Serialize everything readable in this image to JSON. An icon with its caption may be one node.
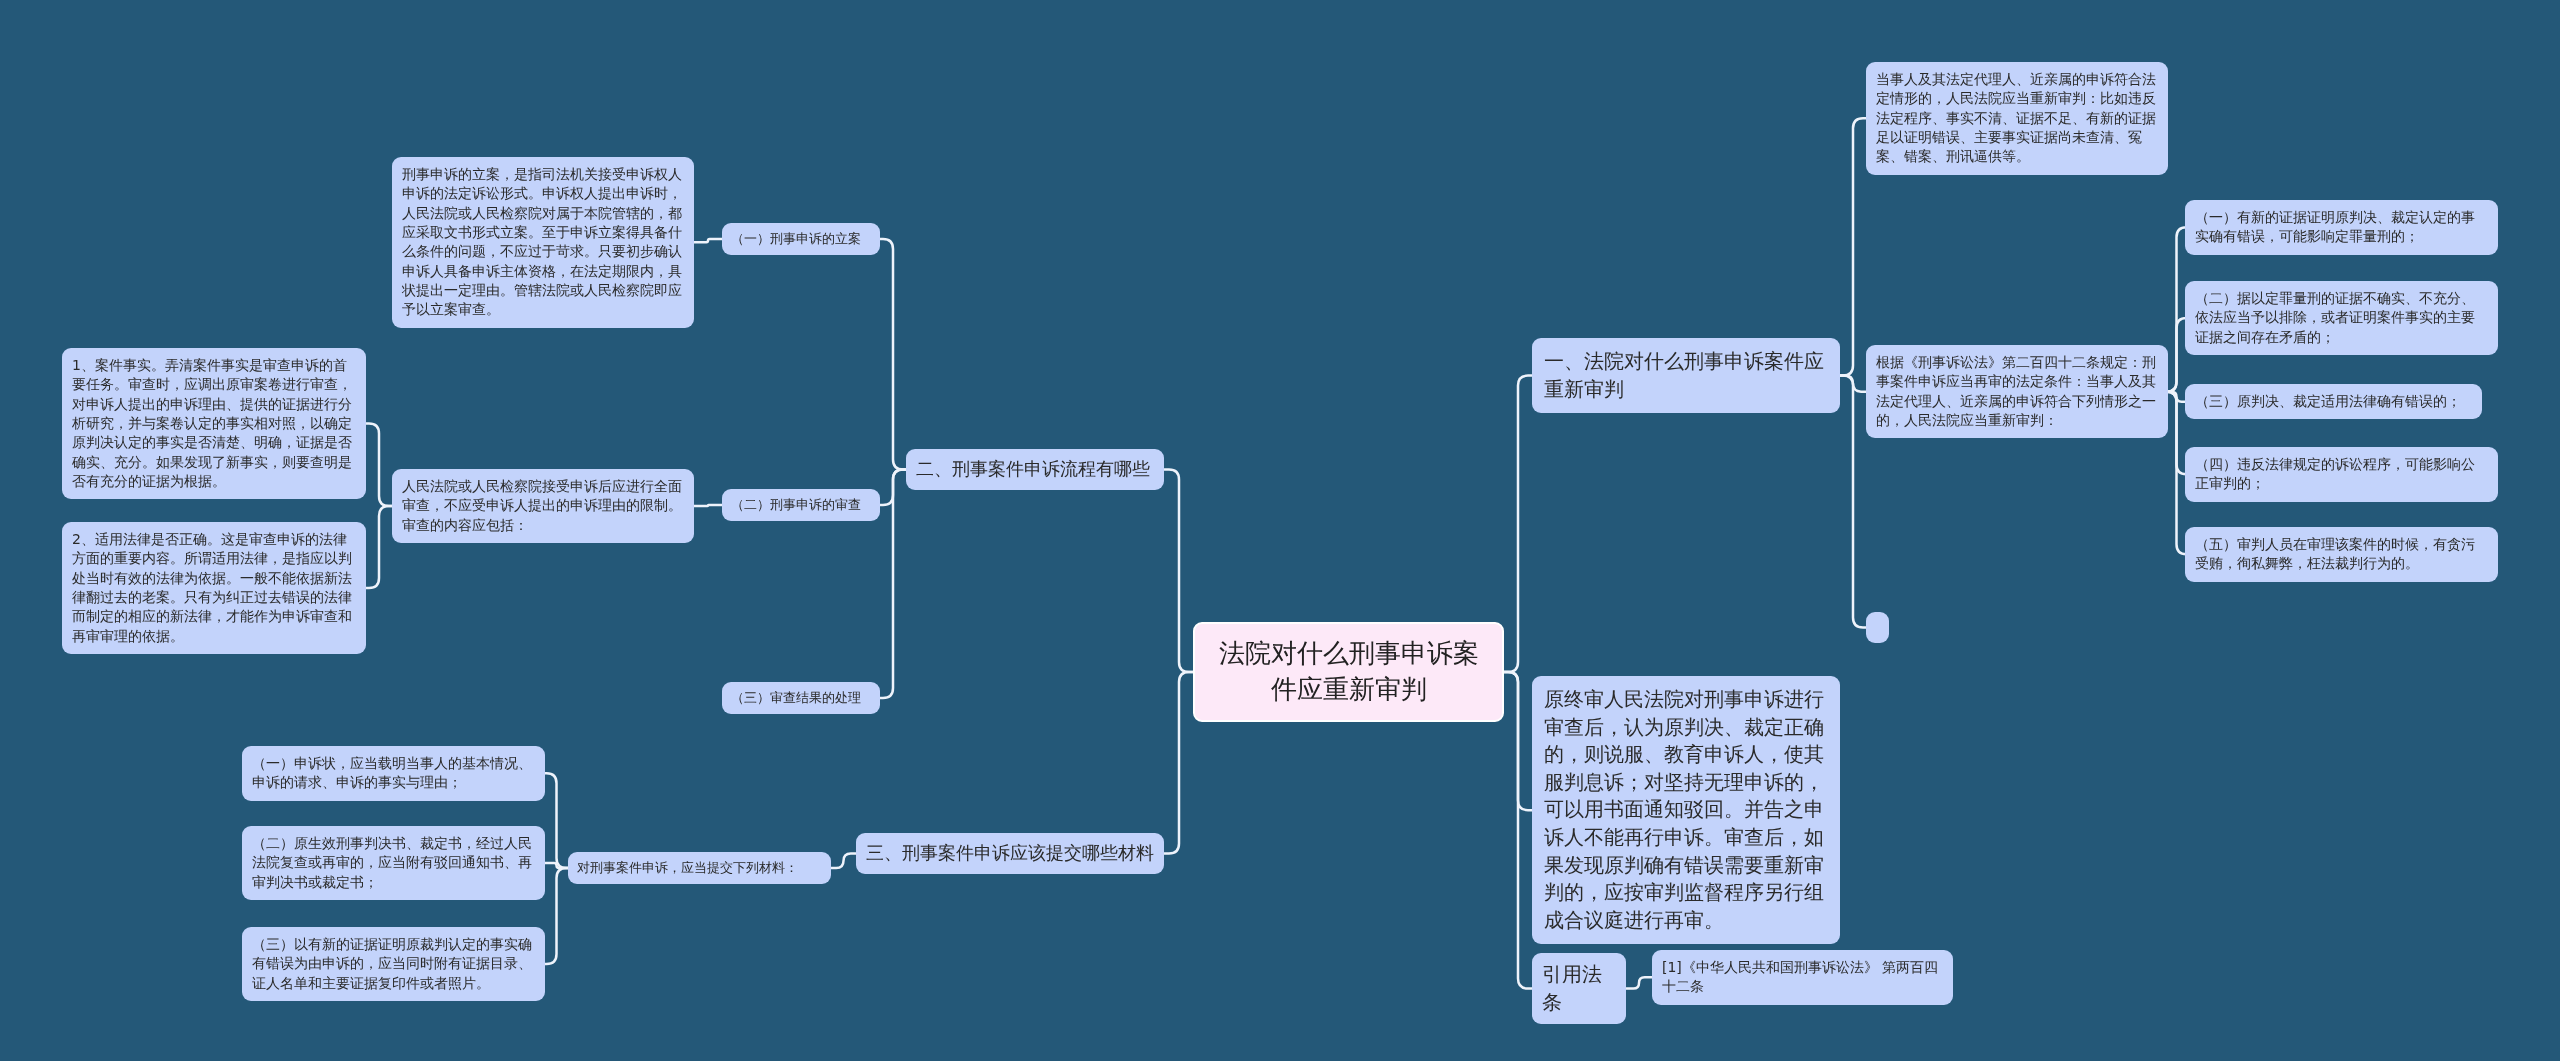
{
  "diagram": {
    "nodes": [
      {
        "text": [
          "法院对什么刑事申诉案件应重新审判"
        ]
      },
      {
        "text": [
          "一、法院对什么刑事申诉案件应重新审判"
        ]
      },
      {
        "text": [
          "当事人及其法定代理人、近亲属的申诉符合法定情形的，人民法院应当重新审判：比如违反法定程序、事实不清、证据不足、有新的证据足以证明错误、主要事实证据尚未查清、冤案、错案、刑讯逼供等。"
        ]
      },
      {
        "text": [
          "根据《刑事诉讼法》第二百四十二条规定：刑事案件申诉应当再审的法定条件：当事人及其法定代理人、近亲属的申诉符合下列情形之一的，人民法院应当重新审判："
        ]
      },
      {
        "text": [
          "（一）有新的证据证明原判决、裁定认定的事实确有错误，可能影响定罪量刑的；"
        ]
      },
      {
        "text": [
          "（二）据以定罪量刑的证据不确实、不充分、依法应当予以排除，或者证明案件事实的主要证据之间存在矛盾的；"
        ]
      },
      {
        "text": [
          "（三）原判决、裁定适用法律确有错误的；"
        ]
      },
      {
        "text": [
          "（四）违反法律规定的诉讼程序，可能影响公正审判的；"
        ]
      },
      {
        "text": [
          "（五）审判人员在审理该案件的时候，有贪污受贿，徇私舞弊，枉法裁判行为的。"
        ]
      },
      {
        "text": [],
        "shape": "box"
      },
      {
        "text": [
          "原终审人民法院对刑事申诉进行审查后，认为原判决、裁定正确的，则说服、教育申诉人，使其服判息诉；对坚持无理申诉的，可以用书面通知驳回。并告之申诉人不能再行申诉。审查后，如果发现原判确有错误需要重新审判的，应按审判监督程序另行组成合议庭进行再审。"
        ]
      },
      {
        "text": [
          "引用法条"
        ]
      },
      {
        "text": [
          "[1]《中华人民共和国刑事诉讼法》 第两百四十二条"
        ]
      },
      {
        "text": [
          "二、刑事案件申诉流程有哪些"
        ]
      },
      {
        "text": [
          "（一）刑事申诉的立案"
        ]
      },
      {
        "text": [
          "刑事申诉的立案，是指司法机关接受申诉权人申诉的法定诉讼形式。申诉权人提出申诉时，人民法院或人民检察院对属于本院管辖的，都应采取文书形式立案。至于申诉立案得具备什么条件的问题，不应过于苛求。只要初步确认申诉人具备申诉主体资格，在法定期限内，具状提出一定理由。管辖法院或人民检察院即应予以立案审查。"
        ]
      },
      {
        "text": [
          "（二）刑事申诉的审查"
        ]
      },
      {
        "text": [
          "人民法院或人民检察院接受申诉后应进行全面审查，不应受申诉人提出的申诉理由的限制。审查的内容应包括："
        ]
      },
      {
        "text": [
          "1、案件事实。弄清案件事实是审查申诉的首要任务。审查时，应调出原审案卷进行审查，对申诉人提出的申诉理由、提供的证据进行分析研究，并与案卷认定的事实相对照，以确定原判决认定的事实是否清楚、明确，证据是否确实、充分。如果发现了新事实，则要查明是否有充分的证据为根据。"
        ]
      },
      {
        "text": [
          "2、适用法律是否正确。这是审查申诉的法律方面的重要内容。所谓适用法律，是指应以判处当时有效的法律为依据。一般不能依据新法律翻过去的老案。只有为纠正过去错误的法律而制定的相应的新法律，才能作为申诉审查和再审审理的依据。"
        ]
      },
      {
        "text": [
          "（三）审查结果的处理"
        ]
      },
      {
        "text": [
          "三、刑事案件申诉应该提交哪些材料"
        ]
      },
      {
        "text": [
          "对刑事案件申诉，应当提交下列材料："
        ]
      },
      {
        "text": [
          "（一）申诉状，应当载明当事人的基本情况、申诉的请求、申诉的事实与理由；"
        ]
      },
      {
        "text": [
          "（二）原生效刑事判决书、裁定书，经过人民法院复查或再审的，应当附有驳回通知书、再审判决书或裁定书；"
        ]
      },
      {
        "text": [
          "（三）以有新的证据证明原裁判认定的事实确有错误为由申诉的，应当同时附有证据目录、证人名单和主要证据复印件或者照片。"
        ]
      }
    ],
    "edges": [
      {
        "from": 0,
        "to": 1,
        "arrow": "none"
      },
      {
        "from": 1,
        "to": 2,
        "arrow": "none"
      },
      {
        "from": 1,
        "to": 3,
        "arrow": "none"
      },
      {
        "from": 3,
        "to": 4,
        "arrow": "none"
      },
      {
        "from": 3,
        "to": 5,
        "arrow": "none"
      },
      {
        "from": 3,
        "to": 6,
        "arrow": "none"
      },
      {
        "from": 3,
        "to": 7,
        "arrow": "none"
      },
      {
        "from": 3,
        "to": 8,
        "arrow": "none"
      },
      {
        "from": 1,
        "to": 9,
        "arrow": "none"
      },
      {
        "from": 0,
        "to": 10,
        "arrow": "none"
      },
      {
        "from": 0,
        "to": 11,
        "arrow": "none"
      },
      {
        "from": 11,
        "to": 12,
        "arrow": "none"
      },
      {
        "from": 0,
        "to": 13,
        "arrow": "none"
      },
      {
        "from": 13,
        "to": 14,
        "arrow": "none"
      },
      {
        "from": 14,
        "to": 15,
        "arrow": "none"
      },
      {
        "from": 13,
        "to": 16,
        "arrow": "none"
      },
      {
        "from": 16,
        "to": 17,
        "arrow": "none"
      },
      {
        "from": 17,
        "to": 18,
        "arrow": "none"
      },
      {
        "from": 17,
        "to": 19,
        "arrow": "none"
      },
      {
        "from": 13,
        "to": 20,
        "arrow": "none"
      },
      {
        "from": 0,
        "to": 21,
        "arrow": "none"
      },
      {
        "from": 21,
        "to": 22,
        "arrow": "none"
      },
      {
        "from": 22,
        "to": 23,
        "arrow": "none"
      },
      {
        "from": 22,
        "to": 24,
        "arrow": "none"
      },
      {
        "from": 22,
        "to": 25,
        "arrow": "none"
      }
    ]
  }
}
